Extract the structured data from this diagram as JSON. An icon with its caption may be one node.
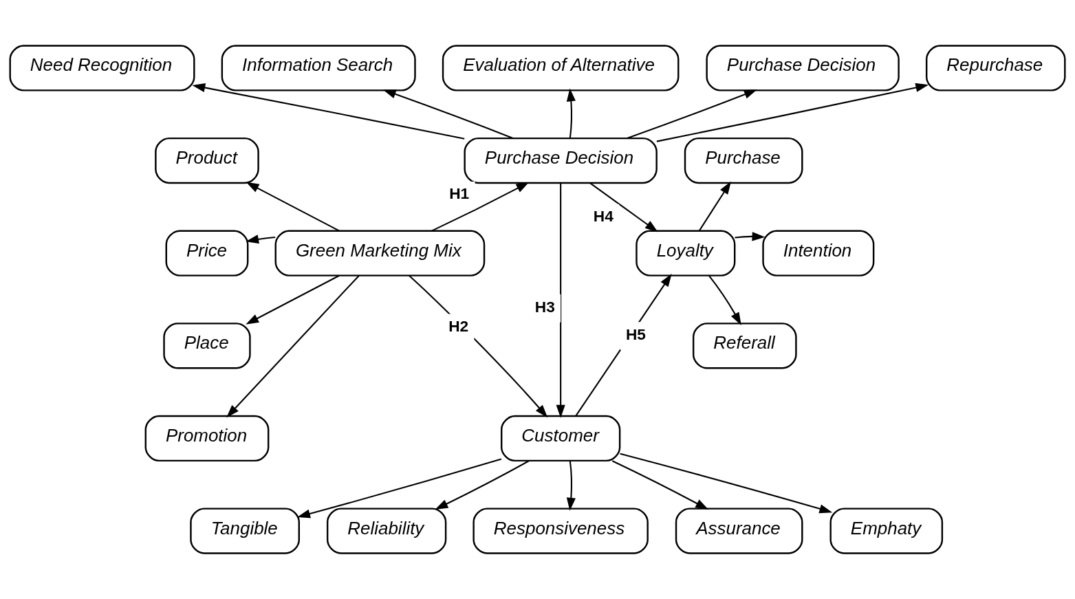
{
  "diagram": {
    "nodes": [
      {
        "text": [
          "Need Recognition"
        ]
      },
      {
        "text": [
          "Information Search"
        ]
      },
      {
        "text": [
          "Evaluation of Alternative"
        ]
      },
      {
        "text": [
          "Purchase Decision"
        ]
      },
      {
        "text": [
          "Repurchase"
        ]
      },
      {
        "text": [
          "Product"
        ]
      },
      {
        "text": [
          "Price"
        ]
      },
      {
        "text": [
          "Place"
        ]
      },
      {
        "text": [
          "Promotion"
        ]
      },
      {
        "text": [
          "Green Marketing Mix"
        ]
      },
      {
        "text": [
          "Purchase Decision"
        ]
      },
      {
        "text": [
          "Customer"
        ]
      },
      {
        "text": [
          "Loyalty"
        ]
      },
      {
        "text": [
          "Purchase"
        ]
      },
      {
        "text": [
          "Intention"
        ]
      },
      {
        "text": [
          "Referall"
        ]
      },
      {
        "text": [
          "Tangible"
        ]
      },
      {
        "text": [
          "Reliability"
        ]
      },
      {
        "text": [
          "Responsiveness"
        ]
      },
      {
        "text": [
          "Assurance"
        ]
      },
      {
        "text": [
          "Emphaty"
        ]
      }
    ],
    "edges": [
      {
        "from": 10,
        "to": 0,
        "arrow": "to"
      },
      {
        "from": 10,
        "to": 1,
        "arrow": "to"
      },
      {
        "from": 10,
        "to": 2,
        "arrow": "to"
      },
      {
        "from": 10,
        "to": 3,
        "arrow": "to"
      },
      {
        "from": 10,
        "to": 4,
        "arrow": "to"
      },
      {
        "from": 9,
        "to": 5,
        "arrow": "to"
      },
      {
        "from": 9,
        "to": 6,
        "arrow": "to"
      },
      {
        "from": 9,
        "to": 7,
        "arrow": "to"
      },
      {
        "from": 9,
        "to": 8,
        "arrow": "to"
      },
      {
        "from": 9,
        "to": 10,
        "arrow": "to",
        "label": "H1"
      },
      {
        "from": 9,
        "to": 11,
        "arrow": "to",
        "label": "H2"
      },
      {
        "from": 10,
        "to": 11,
        "arrow": "to",
        "label": "H3"
      },
      {
        "from": 10,
        "to": 12,
        "arrow": "to",
        "label": "H4"
      },
      {
        "from": 11,
        "to": 12,
        "arrow": "to",
        "label": "H5"
      },
      {
        "from": 12,
        "to": 13,
        "arrow": "to"
      },
      {
        "from": 12,
        "to": 14,
        "arrow": "to"
      },
      {
        "from": 12,
        "to": 15,
        "arrow": "to"
      },
      {
        "from": 11,
        "to": 16,
        "arrow": "to"
      },
      {
        "from": 11,
        "to": 17,
        "arrow": "to"
      },
      {
        "from": 11,
        "to": 18,
        "arrow": "to"
      },
      {
        "from": 11,
        "to": 19,
        "arrow": "to"
      },
      {
        "from": 11,
        "to": 20,
        "arrow": "to"
      }
    ]
  }
}
